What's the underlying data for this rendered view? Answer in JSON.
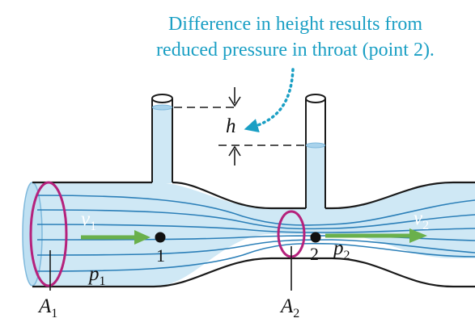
{
  "caption": {
    "line1": "Difference in height results from",
    "line2": "reduced pressure in throat (point 2)."
  },
  "labels": {
    "v1": "v",
    "v1_sub": "1",
    "v2": "v",
    "v2_sub": "2",
    "p1": "p",
    "p1_sub": "1",
    "p2": "p",
    "p2_sub": "2",
    "A1": "A",
    "A1_sub": "1",
    "A2": "A",
    "A2_sub": "2",
    "h": "h",
    "point1": "1",
    "point2": "2"
  },
  "colors": {
    "fluid": "#cfe8f5",
    "wall": "#1a1a1a",
    "streamline": "#2b7fb8",
    "ring": "#b5217c",
    "arrow": "#6ab04c",
    "caption": "#1a9fc4"
  }
}
